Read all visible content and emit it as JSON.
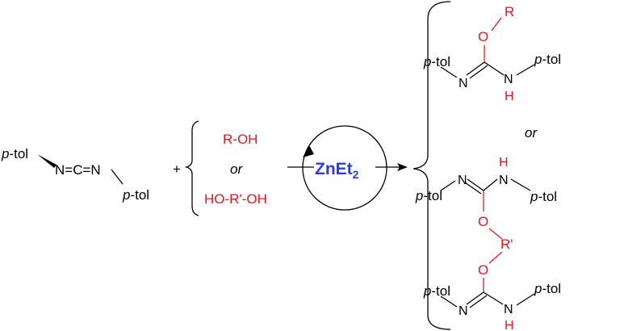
{
  "reactant": {
    "ptol_prefix": "p",
    "ptol_suffix": "-tol",
    "carbodiimide": "N=C=N"
  },
  "plus": "+",
  "reagents": {
    "alcohol": "R-OH",
    "or": "or",
    "diol": "HO-R'-OH"
  },
  "catalyst": {
    "main": "ZnEt",
    "subscript": "2"
  },
  "products": {
    "or": "or",
    "atom_O": "O",
    "atom_N": "N",
    "atom_H": "H",
    "group_R": "R",
    "group_Rp": "R'"
  },
  "colors": {
    "heteroatom_highlight": "#e8161b",
    "catalyst": "#2b3bf0",
    "default": "#000000"
  }
}
